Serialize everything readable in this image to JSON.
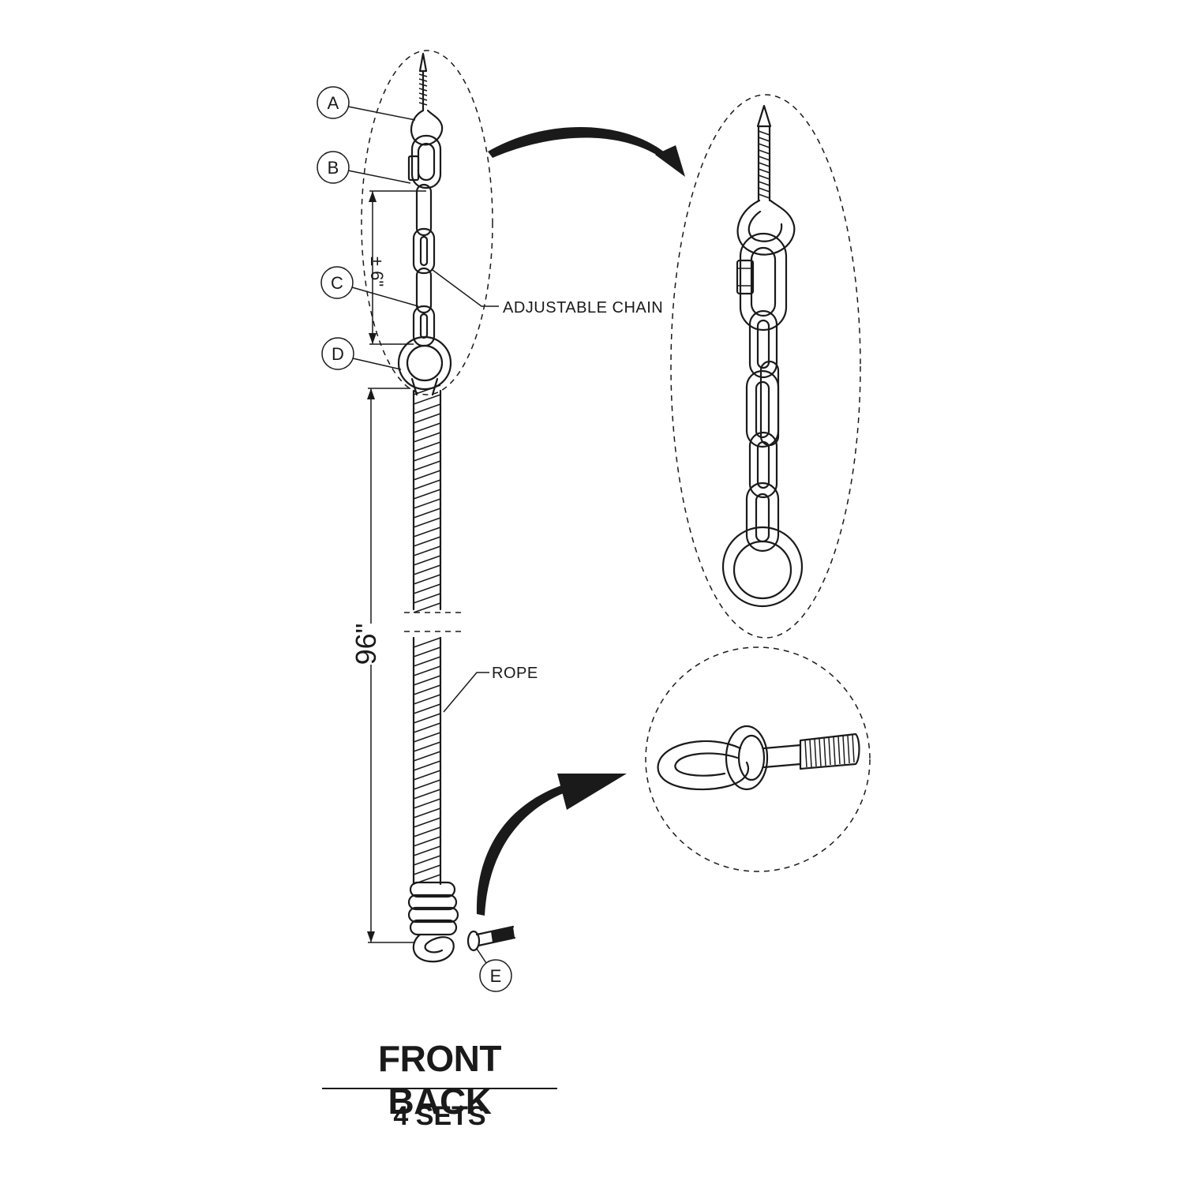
{
  "labels": {
    "a": "A",
    "b": "B",
    "c": "C",
    "d": "D",
    "e": "E"
  },
  "callouts": {
    "adjustable_chain": "ADJUSTABLE CHAIN",
    "rope": "ROPE"
  },
  "dimensions": {
    "chain_adjust": "± 6\"",
    "rope_length": "96\""
  },
  "caption": {
    "title": "FRONT BACK",
    "subtitle": "4 SETS"
  },
  "colors": {
    "ink": "#1a1a1a",
    "background": "#ffffff"
  }
}
